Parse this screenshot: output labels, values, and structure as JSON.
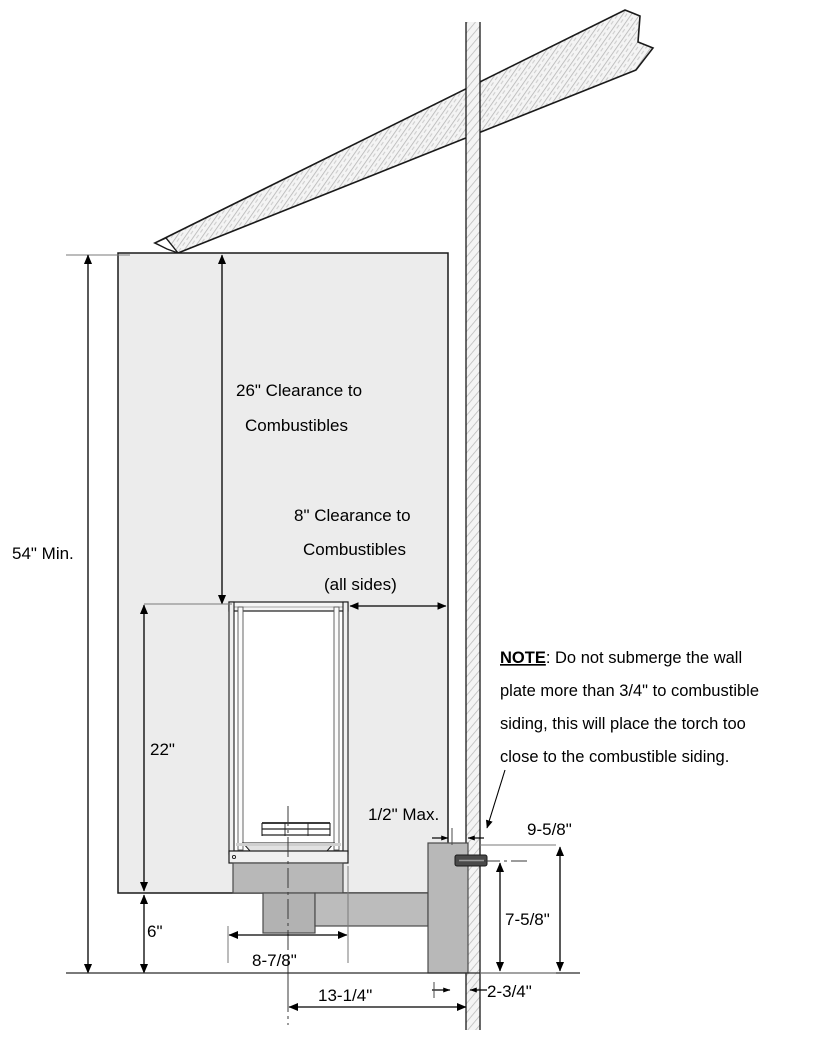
{
  "diagram": {
    "title": "Torch Wall-Mount Clearance to Combustibles Diagram",
    "type": "technical-drawing"
  },
  "labels": {
    "clearance_26": {
      "line1": "26\" Clearance to",
      "line2": "Combustibles"
    },
    "clearance_8": {
      "line1": "8\" Clearance to",
      "line2": "Combustibles",
      "line3": "(all sides)"
    },
    "height_54": "54\" Min.",
    "height_22": "22\"",
    "height_6": "6\"",
    "max_half": "1/2\" Max.",
    "dim_9_5_8": "9-5/8\"",
    "dim_7_5_8": "7-5/8\"",
    "dim_8_7_8": "8-7/8\"",
    "dim_13_1_4": "13-1/4\"",
    "dim_2_3_4": "2-3/4\""
  },
  "note": {
    "label": "NOTE",
    "separator": ": ",
    "line1": "Do not submerge the wall",
    "line2": "plate more than 3/4\" to combustible",
    "line3": "siding, this will place the torch too",
    "line4": "close to the combustible siding."
  },
  "colors": {
    "clearance_fill": "#ececec",
    "clearance_stroke": "#1a1a1a",
    "metal_gray": "#b8b8b8",
    "metal_gray_dark": "#9a9a9a",
    "hatch_fill": "#f2f2f2",
    "line": "#000000",
    "bolt": "#3a3a3a"
  },
  "chart_data": {
    "type": "table",
    "title": "Torch clearance dimensions",
    "categories": [
      "26\" Clearance to Combustibles",
      "8\" Clearance to Combustibles (all sides)",
      "54\" Min.",
      "22\"",
      "6\"",
      "1/2\" Max.",
      "9-5/8\"",
      "7-5/8\"",
      "8-7/8\"",
      "13-1/4\"",
      "2-3/4\""
    ],
    "values": [
      26,
      8,
      54,
      22,
      6,
      0.5,
      9.625,
      7.625,
      8.875,
      13.25,
      2.75
    ],
    "units": "inches"
  }
}
